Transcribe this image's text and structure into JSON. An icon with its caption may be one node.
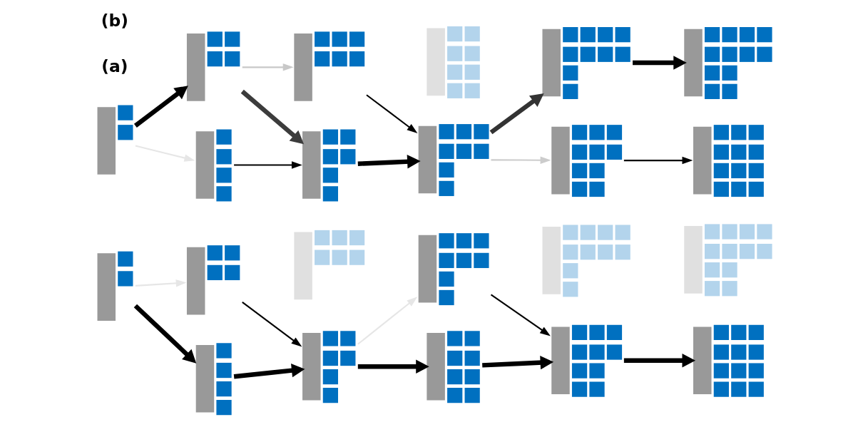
{
  "diagram": {
    "nodes": [
      {
        "text": [],
        "shape": "picture"
      },
      {
        "text": [],
        "shape": "picture"
      },
      {
        "text": [],
        "shape": "picture"
      },
      {
        "text": [],
        "shape": "picture"
      },
      {
        "text": [],
        "shape": "picture"
      },
      {
        "text": [],
        "shape": "picture"
      },
      {
        "text": [],
        "shape": "picture"
      },
      {
        "text": [],
        "shape": "picture"
      },
      {
        "text": [],
        "shape": "picture"
      },
      {
        "text": [],
        "shape": "picture"
      },
      {
        "text": [],
        "shape": "picture"
      },
      {
        "text": [],
        "shape": "picture"
      },
      {
        "text": [],
        "shape": "picture"
      },
      {
        "text": [],
        "shape": "picture"
      },
      {
        "text": [],
        "shape": "picture"
      },
      {
        "text": [],
        "shape": "picture"
      },
      {
        "text": [],
        "shape": "picture"
      },
      {
        "text": [],
        "shape": "picture"
      },
      {
        "text": [],
        "shape": "picture"
      },
      {
        "text": [],
        "shape": "picture"
      },
      {
        "text": [],
        "shape": "picture"
      },
      {
        "text": [],
        "shape": "picture"
      }
    ],
    "edges": [
      {
        "from": 0,
        "to": 1,
        "arrow": "to",
        "color": "#e6e6e6"
      },
      {
        "from": 0,
        "to": 2,
        "arrow": "to",
        "style": "thick"
      },
      {
        "from": 1,
        "to": 4,
        "arrow": "to"
      },
      {
        "from": 2,
        "to": 4,
        "arrow": "to",
        "style": "thick"
      },
      {
        "from": 4,
        "to": 5,
        "arrow": "to",
        "color": "#e6e6e6"
      },
      {
        "from": 4,
        "to": 6,
        "arrow": "to",
        "style": "thick"
      },
      {
        "from": 5,
        "to": 8,
        "arrow": "to"
      },
      {
        "from": 6,
        "to": 8,
        "arrow": "to",
        "style": "thick"
      },
      {
        "from": 8,
        "to": 10,
        "arrow": "to",
        "style": "thick"
      },
      {
        "from": 11,
        "to": 12,
        "arrow": "to",
        "style": "thick"
      },
      {
        "from": 11,
        "to": 13,
        "arrow": "to",
        "color": "#e6e6e6"
      },
      {
        "from": 12,
        "to": 14,
        "arrow": "to",
        "color": "#c8c8c8"
      },
      {
        "from": 12,
        "to": 15,
        "arrow": "to",
        "style": "thick",
        "color": "#3c3c3c"
      },
      {
        "from": 13,
        "to": 15,
        "arrow": "to"
      },
      {
        "from": 14,
        "to": 16,
        "arrow": "to"
      },
      {
        "from": 15,
        "to": 16,
        "arrow": "to",
        "style": "thick"
      },
      {
        "from": 16,
        "to": 18,
        "arrow": "to",
        "style": "thick",
        "color": "#333333"
      },
      {
        "from": 16,
        "to": 19,
        "arrow": "to",
        "color": "#cccccc"
      },
      {
        "from": 18,
        "to": 20,
        "arrow": "to",
        "style": "thick"
      },
      {
        "from": 19,
        "to": 21,
        "arrow": "to"
      }
    ],
    "labels": [
      "(a)",
      "(b)"
    ]
  }
}
